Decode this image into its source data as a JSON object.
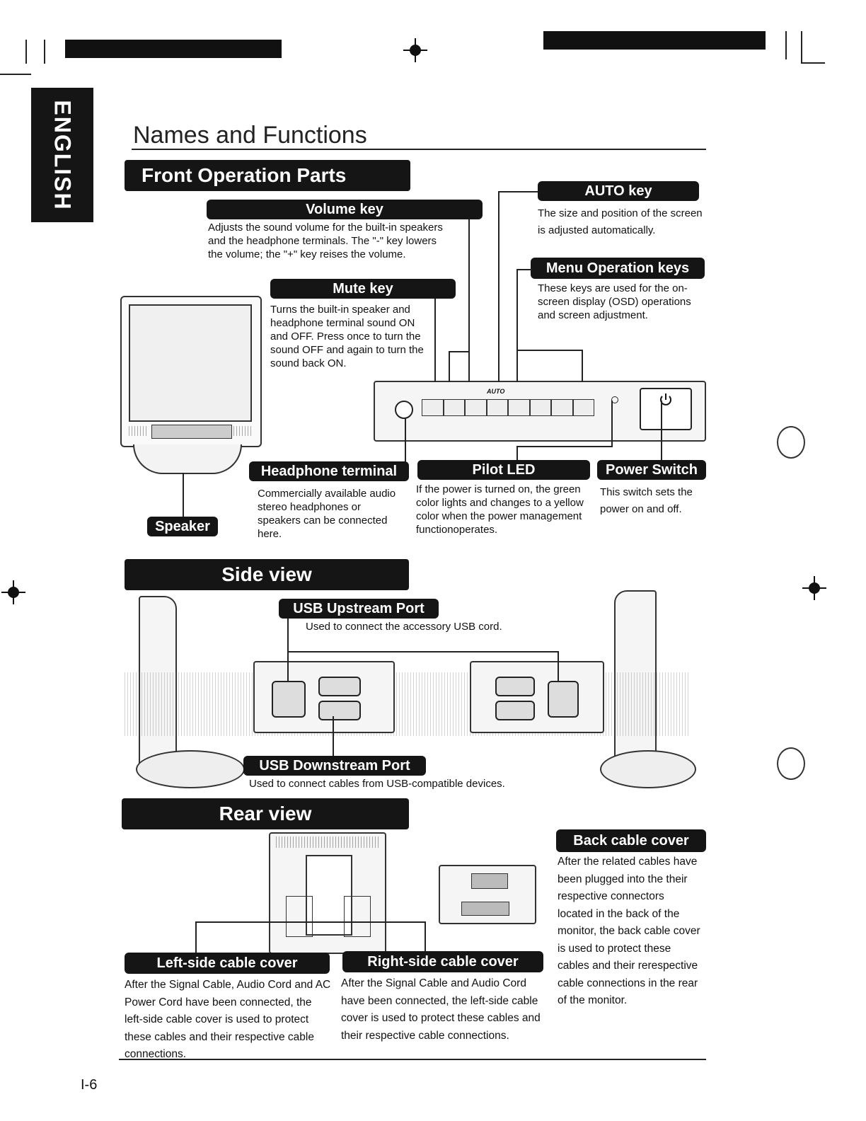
{
  "side_tab": "ENGLISH",
  "page_title": "Names and Functions",
  "front": {
    "heading": "Front Operation Parts",
    "volume_key": {
      "label": "Volume key",
      "desc": "Adjusts the sound volume for the built-in speakers and the headphone terminals. The \"-\" key lowers the volume; the \"+\" key reises the volume."
    },
    "mute_key": {
      "label": "Mute key",
      "desc": "Turns the built-in speaker and headphone terminal sound ON and OFF. Press once to turn the sound OFF and again to turn the sound back ON."
    },
    "auto_key": {
      "label": "AUTO key",
      "desc": "The size and position of the screen is adjusted automatically."
    },
    "menu_keys": {
      "label": "Menu Operation keys",
      "desc": "These keys are used for the on-screen display (OSD) operations and screen adjustment."
    },
    "headphone": {
      "label": "Headphone terminal",
      "desc": "Commercially available audio stereo headphones or speakers can be connected here."
    },
    "pilot_led": {
      "label": "Pilot LED",
      "desc": "If the power is turned on, the green color lights and changes to a yellow color when the power management functionoperates."
    },
    "power_switch": {
      "label": "Power Switch",
      "desc": "This switch sets the power on and off."
    },
    "speaker": {
      "label": "Speaker"
    },
    "panel_auto_text": "AUTO"
  },
  "side": {
    "heading": "Side view",
    "usb_up": {
      "label": "USB Upstream Port",
      "desc": "Used to connect the accessory USB cord."
    },
    "usb_down": {
      "label": "USB Downstream Port",
      "desc": "Used to connect cables from USB-compatible devices."
    }
  },
  "rear": {
    "heading": "Rear view",
    "back_cover": {
      "label": "Back cable cover",
      "desc": "After the related cables have been plugged into the their respective connectors located in the back of the monitor, the back cable cover is used to protect these cables and their rerespective cable connections in the rear of the monitor."
    },
    "left_cover": {
      "label": "Left-side cable cover",
      "desc": "After the Signal Cable, Audio Cord and AC Power Cord have been connected, the left-side cable cover is used to protect these cables and their respective cable connections."
    },
    "right_cover": {
      "label": "Right-side cable cover",
      "desc": "After the Signal Cable and Audio Cord have been connected, the left-side cable cover is used to protect these cables and their respective cable connections."
    }
  },
  "page_number": "I-6"
}
